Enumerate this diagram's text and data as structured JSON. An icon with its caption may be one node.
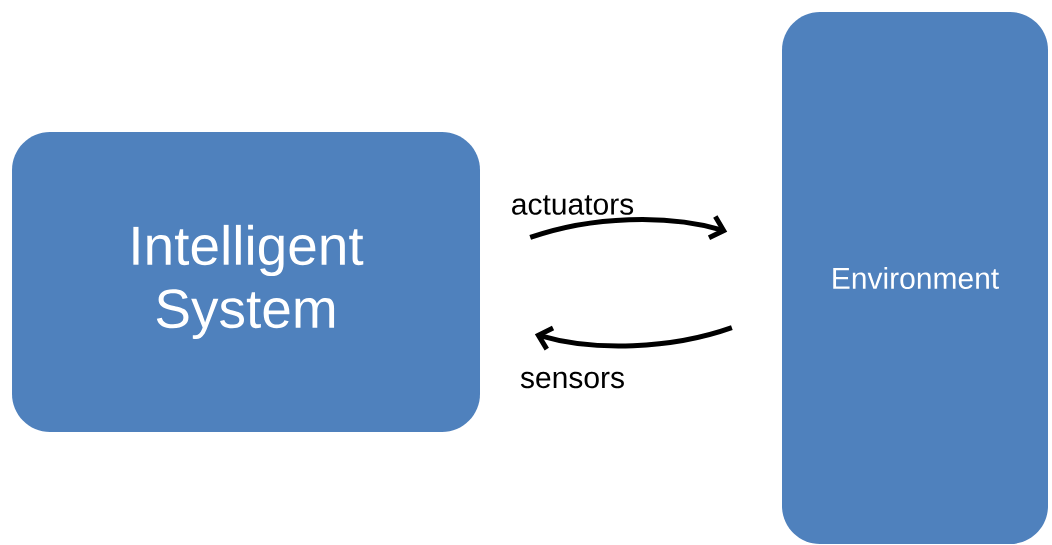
{
  "diagram": {
    "nodes": [
      {
        "text": [
          "Intelligent System"
        ]
      },
      {
        "text": [
          "Environment"
        ]
      }
    ],
    "edges": [
      {
        "from": 0,
        "to": 1,
        "arrow": "to",
        "label": "actuators"
      },
      {
        "from": 1,
        "to": 0,
        "arrow": "to",
        "label": "sensors"
      }
    ]
  }
}
